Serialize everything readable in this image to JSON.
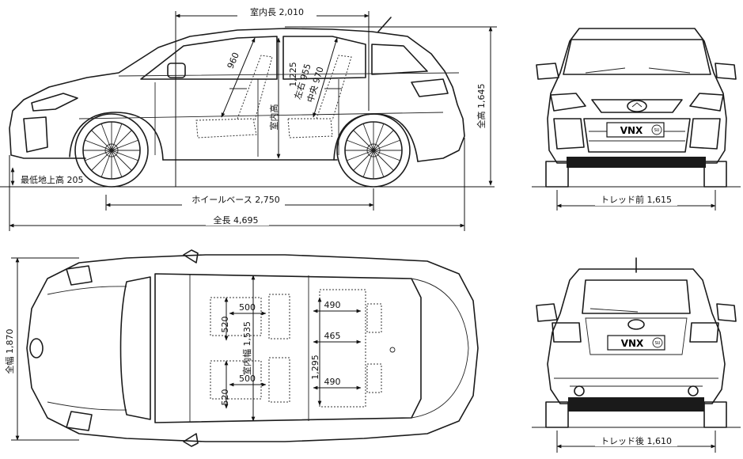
{
  "dimensions": {
    "interior_length": "室内長 2,010",
    "ground_clearance": "最低地上高 205",
    "wheelbase": "ホイールベース 2,750",
    "overall_length": "全長 4,695",
    "overall_height": "全高 1,645",
    "front_seatback": "960",
    "interior_height_label": "室内高",
    "interior_height_value": "1,225",
    "rear_headroom_sides": "左右 955",
    "rear_headroom_center": "中央 970",
    "tread_front": "トレッド前 1,615",
    "tread_rear": "トレッド後 1,610",
    "overall_width": "全幅 1,870",
    "interior_width": "室内幅 1,535",
    "seat_width_front_left": "500",
    "seat_width_front_right": "500",
    "seat_depth_front_left": "520",
    "seat_depth_front_right": "520",
    "rear_seat_width_left": "490",
    "rear_seat_width_right": "490",
    "rear_center_width": "465",
    "rear_seat_span": "1,295"
  },
  "plates": {
    "front": "VNX",
    "rear": "VNX",
    "badge": "SU"
  },
  "views": [
    "side",
    "front",
    "top",
    "rear"
  ]
}
